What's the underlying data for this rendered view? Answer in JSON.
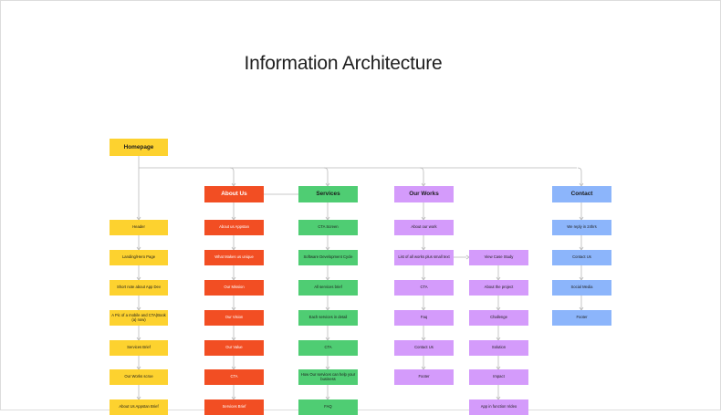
{
  "title": "Information Architecture",
  "colors": {
    "yellow": "#fdd22f",
    "red": "#f24e23",
    "green": "#4fcd73",
    "purple": "#d49bfb",
    "blue": "#8cb5fb",
    "connector": "#b9b9b9"
  },
  "nodes": {
    "homepage": "Homepage",
    "home": [
      "Header",
      "Landing/Hero Page",
      "Short note about App Dev",
      "A Pic of a mobile and CTA(Book (a) now)",
      "Services Brief",
      "Our Works scroe",
      "About Us Appstan Brief"
    ],
    "about": [
      "About Us",
      "About us Appstan",
      "What Makes us unique",
      "Our Mission",
      "Our Vision",
      "Our Value",
      "CTA",
      "Services Brief"
    ],
    "services": [
      "Services",
      "CTA Screen",
      "Software Development Cycle",
      "All services brief",
      "Each services in detail",
      "CTA",
      "How Our services can help your business",
      "FAQ"
    ],
    "works": [
      "Our Works",
      "About our work",
      "List of all works plus small text",
      "CTA",
      "Faq",
      "Contact Us",
      "Footer"
    ],
    "case": [
      "View Case Study",
      "About the project",
      "Challenge",
      "Solution",
      "Impact",
      "App in function Video"
    ],
    "contact": [
      "Contact",
      "We reply in 24hrs",
      "Contact Us",
      "Social Media",
      "Footer"
    ]
  }
}
